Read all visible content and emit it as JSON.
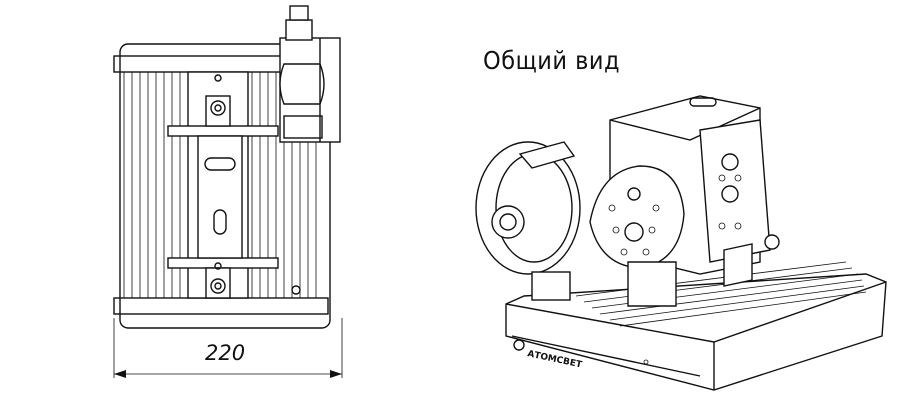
{
  "labels": {
    "general_view": "Общий вид",
    "dimension_width": "220",
    "brand": "АТОМСВЕТ"
  }
}
